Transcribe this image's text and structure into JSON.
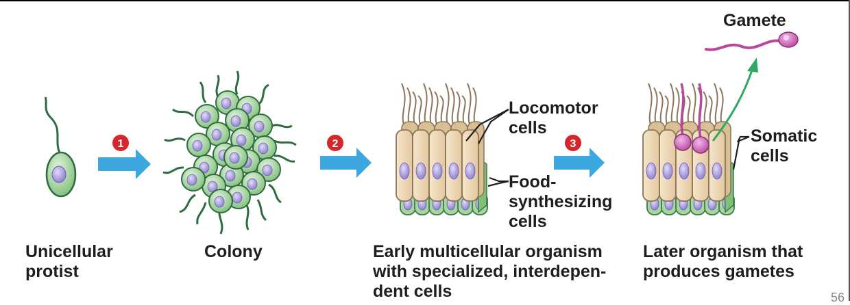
{
  "steps": [
    "1",
    "2",
    "3"
  ],
  "labels": {
    "protist": [
      "Unicellular",
      "protist"
    ],
    "colony": "Colony",
    "early": [
      "Early multicellular organism",
      "with specialized, interdepen-",
      "dent cells"
    ],
    "later": [
      "Later organism that",
      "produces gametes"
    ],
    "locomotor": [
      "Locomotor",
      "cells"
    ],
    "food": [
      "Food-",
      "synthesizing",
      "cells"
    ],
    "somatic": [
      "Somatic",
      "cells"
    ],
    "gamete": "Gamete"
  },
  "page_number": "56",
  "colors": {
    "step_badge": "#d6262b",
    "arrow": "#3da7e0",
    "cell_green": "#9fd19a",
    "cell_tan": "#f1dcbb",
    "nucleus": "#9c8fd6",
    "gamete": "#cc5cc0",
    "path_arrow": "#2fa862"
  }
}
